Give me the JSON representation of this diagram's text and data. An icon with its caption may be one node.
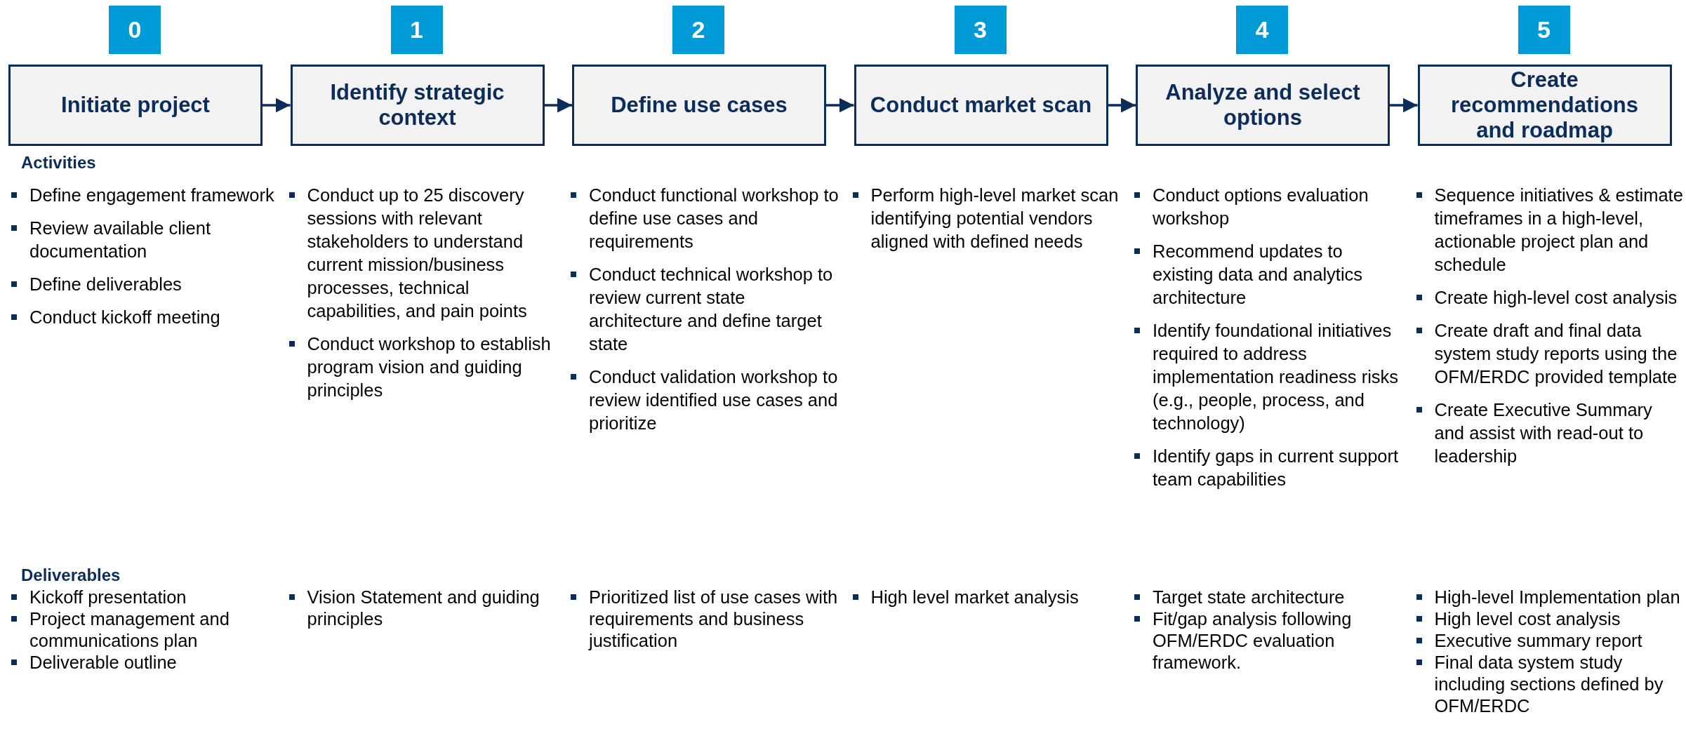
{
  "diagram": {
    "nodes": [
      {
        "text": [
          "0"
        ]
      },
      {
        "text": [
          "1"
        ]
      },
      {
        "text": [
          "2"
        ]
      },
      {
        "text": [
          "3"
        ]
      },
      {
        "text": [
          "4"
        ]
      },
      {
        "text": [
          "5"
        ]
      },
      {
        "text": [
          "Initiate project"
        ]
      },
      {
        "text": [
          "Identify strategic context"
        ]
      },
      {
        "text": [
          "Define use cases"
        ]
      },
      {
        "text": [
          "Conduct market scan"
        ]
      },
      {
        "text": [
          "Analyze and select options"
        ]
      },
      {
        "text": [
          "Create recommendations and roadmap"
        ]
      }
    ],
    "edges": [
      {
        "from": 6,
        "to": 7,
        "arrow": "to"
      },
      {
        "from": 7,
        "to": 8,
        "arrow": "to"
      },
      {
        "from": 8,
        "to": 9,
        "arrow": "to"
      },
      {
        "from": 9,
        "to": 10,
        "arrow": "to"
      },
      {
        "from": 10,
        "to": 11,
        "arrow": "to"
      }
    ],
    "labels": [
      "Activities",
      "Define engagement framework",
      "Review available client documentation",
      "Define deliverables",
      "Conduct kickoff meeting",
      "Conduct up to 25 discovery sessions with relevant stakeholders to understand current mission/business processes, technical capabilities, and pain points",
      "Conduct workshop to establish program vision and guiding principles",
      "Conduct functional workshop to define use cases and requirements",
      "Conduct technical workshop to review current state architecture and define target state",
      "Conduct validation workshop to review identified use cases and prioritize",
      "Perform high-level market scan identifying potential vendors aligned with defined needs",
      "Conduct options evaluation workshop",
      "Recommend updates to existing data and analytics architecture",
      "Identify foundational initiatives required to address implementation readiness risks (e.g., people, process, and technology)",
      "Identify gaps in current support team capabilities",
      "Sequence initiatives & estimate timeframes in a high-level, actionable project plan and schedule",
      "Create high-level cost analysis",
      "Create draft and final data system study reports using the OFM/ERDC provided template",
      "Create Executive Summary and assist with read-out to leadership",
      "Deliverables",
      "Kickoff presentation",
      "Project management and communications plan",
      "Deliverable outline",
      "Vision Statement and guiding principles",
      "Prioritized list of use cases with requirements and business justification",
      "High level market analysis",
      "Target state architecture",
      "Fit/gap analysis following OFM/ERDC evaluation framework.",
      "High-level Implementation plan",
      "High level cost analysis",
      "Executive summary report",
      "Final data system study including sections defined by OFM/ERDC"
    ]
  }
}
